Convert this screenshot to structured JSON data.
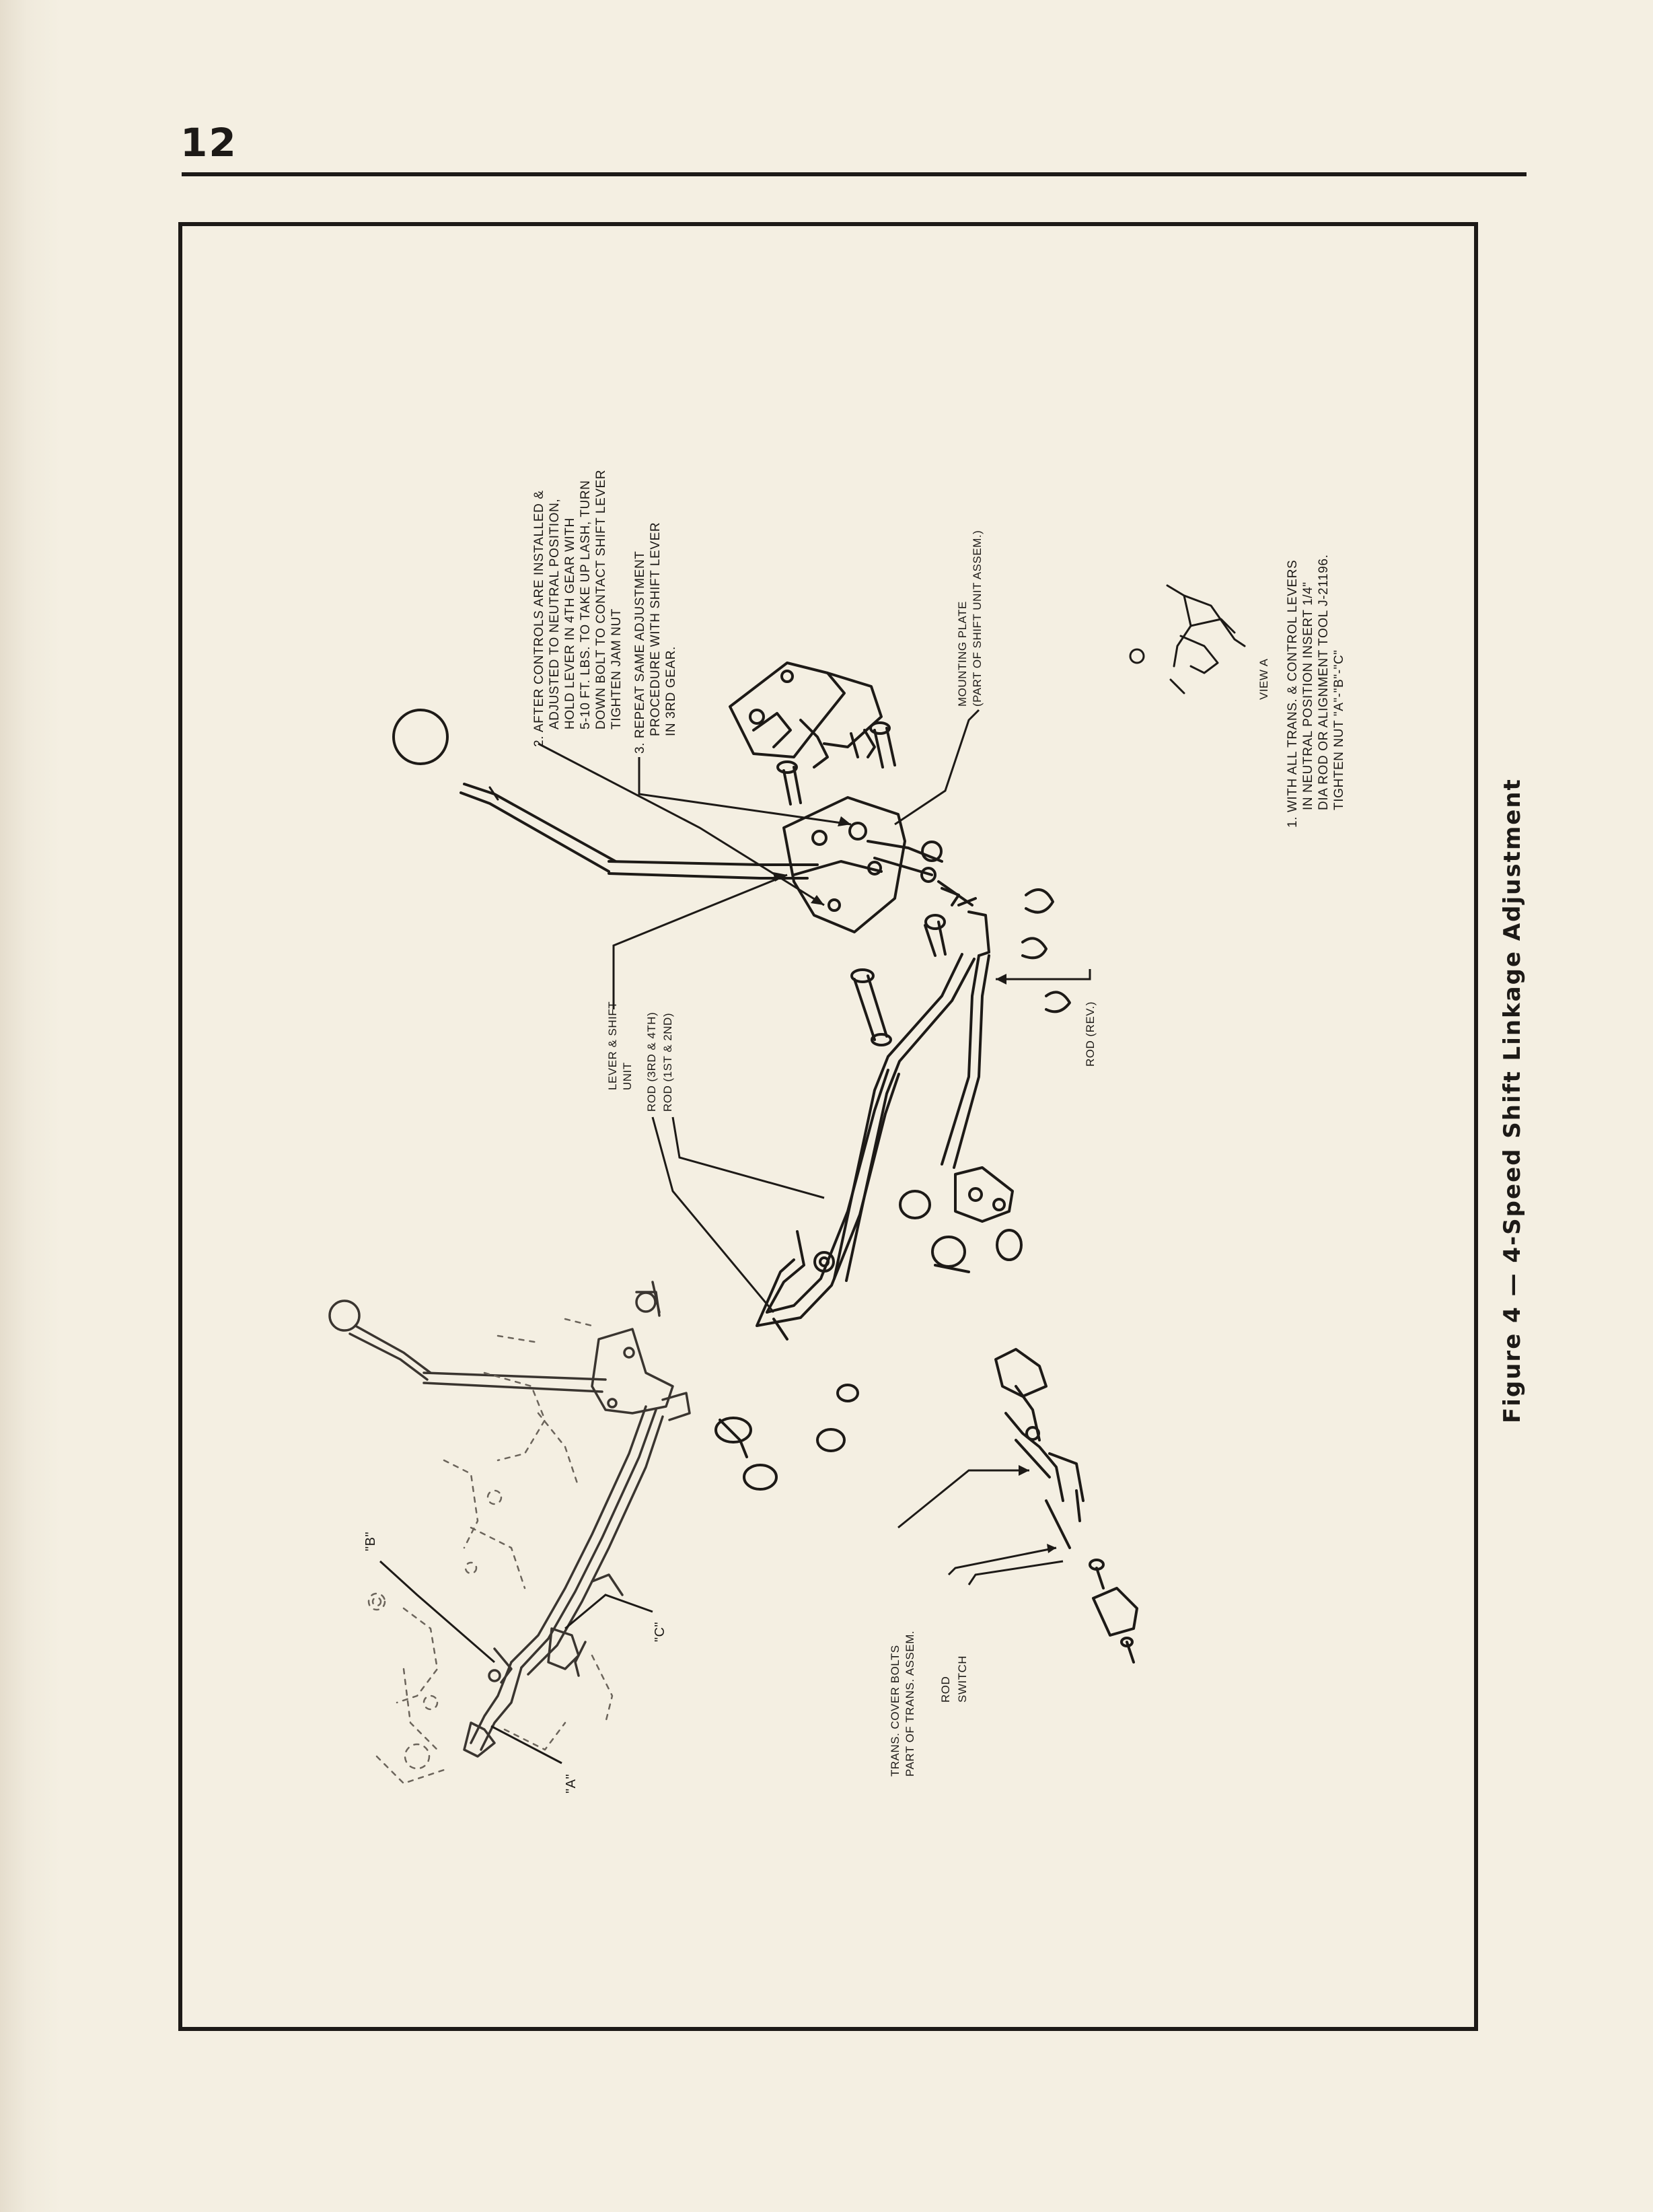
{
  "page_number": "12",
  "caption": "Figure 4 — 4-Speed Shift Linkage Adjustment",
  "notes": {
    "note1": {
      "number": "1.",
      "lines": [
        "WITH ALL TRANS. & CONTROL LEVERS",
        "IN NEUTRAL POSITION INSERT 1/4\"",
        "DIA ROD OR ALIGNMENT TOOL J-21196.",
        "TIGHTEN NUT \"A\"-\"B\"-\"C\""
      ]
    },
    "note2": {
      "number": "2.",
      "lines": [
        "AFTER CONTROLS ARE INSTALLED &",
        "ADJUSTED TO NEUTRAL POSITION,",
        "HOLD LEVER IN 4TH GEAR WITH",
        "5-10 FT. LBS. TO TAKE UP LASH, TURN",
        "DOWN BOLT TO CONTACT SHIFT LEVER",
        "TIGHTEN JAM NUT"
      ]
    },
    "note3": {
      "number": "3.",
      "lines": [
        "REPEAT SAME ADJUSTMENT",
        "PROCEDURE WITH SHIFT LEVER",
        "IN 3RD GEAR."
      ]
    }
  },
  "labels": {
    "mounting_plate": [
      "MOUNTING PLATE",
      "(PART OF SHIFT UNIT ASSEM.)"
    ],
    "view_a": "VIEW A",
    "lever_shift_unit": [
      "LEVER & SHIFT",
      "UNIT"
    ],
    "rod_3rd_4th": "ROD (3RD & 4TH)",
    "rod_1st_2nd": "ROD (1ST & 2ND)",
    "rod_rev": "ROD (REV.)",
    "trans_cover_bolts": [
      "TRANS. COVER BOLTS",
      "PART OF TRANS. ASSEM."
    ],
    "rod": "ROD",
    "switch": "SWITCH",
    "nut_a": "\"A\"",
    "nut_b": "\"B\"",
    "nut_c": "\"C\""
  }
}
